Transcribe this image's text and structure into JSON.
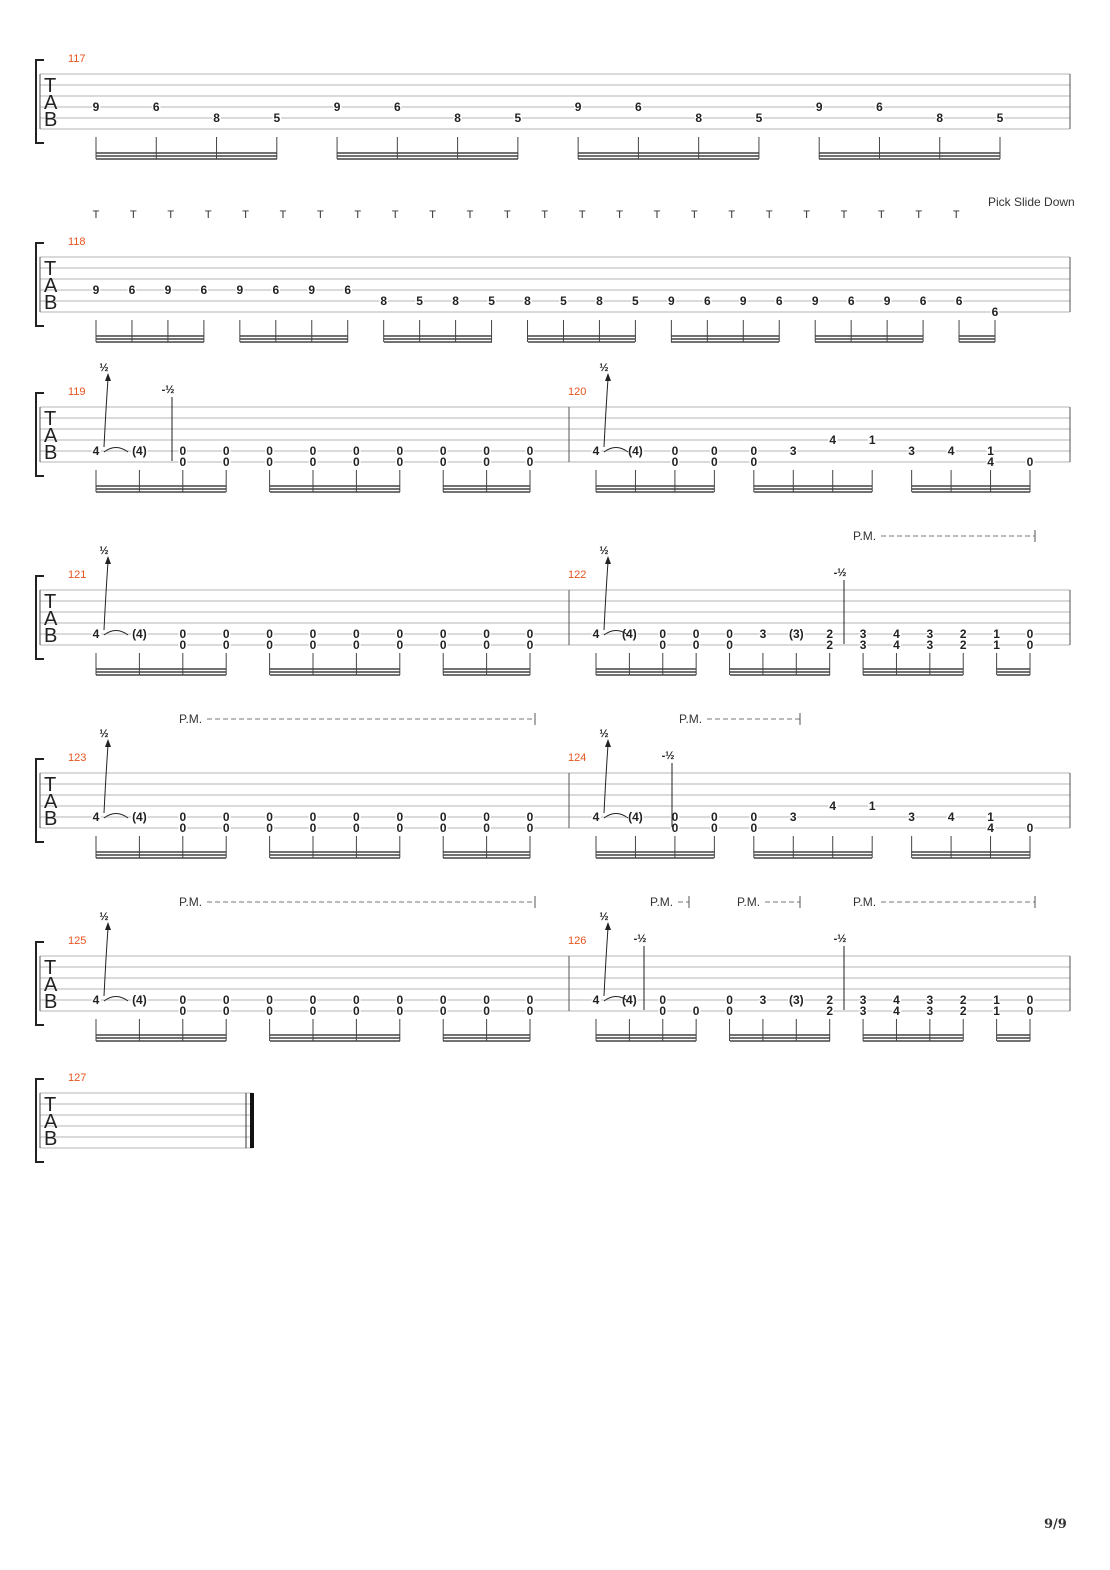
{
  "document": {
    "page_number": "9/9",
    "tab_clef": [
      "T",
      "A",
      "B"
    ],
    "annotations": {
      "pick_slide": "Pick Slide Down",
      "palm_mute": "P.M.",
      "tap": "T",
      "bend_up": "½",
      "bend_release": "-½"
    },
    "systems": [
      {
        "bars": [
          {
            "number": "117",
            "notes": [
              {
                "f": "9",
                "s": 4
              },
              {
                "f": "6",
                "s": 4
              },
              {
                "f": "8",
                "s": 5
              },
              {
                "f": "5",
                "s": 5
              },
              {
                "f": "9",
                "s": 4
              },
              {
                "f": "6",
                "s": 4
              },
              {
                "f": "8",
                "s": 5
              },
              {
                "f": "5",
                "s": 5
              },
              {
                "f": "9",
                "s": 4
              },
              {
                "f": "6",
                "s": 4
              },
              {
                "f": "8",
                "s": 5
              },
              {
                "f": "5",
                "s": 5
              },
              {
                "f": "9",
                "s": 4
              },
              {
                "f": "6",
                "s": 4
              },
              {
                "f": "8",
                "s": 5
              },
              {
                "f": "5",
                "s": 5
              }
            ]
          }
        ]
      },
      {
        "bars": [
          {
            "number": "118",
            "notes": [
              {
                "f": "9",
                "s": 4
              },
              {
                "f": "6",
                "s": 4
              },
              {
                "f": "9",
                "s": 4
              },
              {
                "f": "6",
                "s": 4
              },
              {
                "f": "9",
                "s": 4
              },
              {
                "f": "6",
                "s": 4
              },
              {
                "f": "9",
                "s": 4
              },
              {
                "f": "6",
                "s": 4
              },
              {
                "f": "8",
                "s": 5
              },
              {
                "f": "5",
                "s": 5
              },
              {
                "f": "8",
                "s": 5
              },
              {
                "f": "5",
                "s": 5
              },
              {
                "f": "8",
                "s": 5
              },
              {
                "f": "5",
                "s": 5
              },
              {
                "f": "8",
                "s": 5
              },
              {
                "f": "5",
                "s": 5
              },
              {
                "f": "9",
                "s": 5
              },
              {
                "f": "6",
                "s": 5
              },
              {
                "f": "9",
                "s": 5
              },
              {
                "f": "6",
                "s": 5
              },
              {
                "f": "9",
                "s": 5
              },
              {
                "f": "6",
                "s": 5
              },
              {
                "f": "9",
                "s": 5
              },
              {
                "f": "6",
                "s": 5
              },
              {
                "f": "6",
                "s": 5
              },
              {
                "f": "6",
                "s": 6
              }
            ]
          }
        ]
      },
      {
        "bars": [
          {
            "number": "119",
            "notes": [
              {
                "f": "4",
                "s": 5
              },
              {
                "f": "(4)",
                "s": 5
              },
              {
                "f": "0",
                "s": 5
              },
              {
                "f": "0",
                "s": 6
              },
              {
                "f": "0",
                "s": 5
              },
              {
                "f": "0",
                "s": 6
              },
              {
                "f": "0",
                "s": 5
              },
              {
                "f": "0",
                "s": 6
              },
              {
                "f": "0",
                "s": 5
              },
              {
                "f": "0",
                "s": 6
              },
              {
                "f": "0",
                "s": 5
              },
              {
                "f": "0",
                "s": 6
              },
              {
                "f": "0",
                "s": 5
              },
              {
                "f": "0",
                "s": 6
              },
              {
                "f": "0",
                "s": 5
              },
              {
                "f": "0",
                "s": 6
              },
              {
                "f": "0",
                "s": 5
              },
              {
                "f": "0",
                "s": 6
              },
              {
                "f": "0",
                "s": 5
              },
              {
                "f": "0",
                "s": 6
              }
            ]
          },
          {
            "number": "120",
            "notes": [
              {
                "f": "4",
                "s": 5
              },
              {
                "f": "(4)",
                "s": 5
              },
              {
                "f": "0",
                "s": 5
              },
              {
                "f": "0",
                "s": 6
              },
              {
                "f": "0",
                "s": 5
              },
              {
                "f": "0",
                "s": 6
              },
              {
                "f": "0",
                "s": 5
              },
              {
                "f": "0",
                "s": 6
              },
              {
                "f": "3",
                "s": 5
              },
              {
                "f": "4",
                "s": 4
              },
              {
                "f": "1",
                "s": 4
              },
              {
                "f": "3",
                "s": 5
              },
              {
                "f": "4",
                "s": 5
              },
              {
                "f": "1",
                "s": 5
              },
              {
                "f": "4",
                "s": 6
              },
              {
                "f": "0",
                "s": 6
              }
            ]
          }
        ]
      },
      {
        "bars": [
          {
            "number": "121",
            "notes": [
              {
                "f": "4",
                "s": 5
              },
              {
                "f": "(4)",
                "s": 5
              },
              {
                "f": "0",
                "s": 5
              },
              {
                "f": "0",
                "s": 6
              },
              {
                "f": "0",
                "s": 5
              },
              {
                "f": "0",
                "s": 6
              },
              {
                "f": "0",
                "s": 5
              },
              {
                "f": "0",
                "s": 6
              },
              {
                "f": "0",
                "s": 5
              },
              {
                "f": "0",
                "s": 6
              },
              {
                "f": "0",
                "s": 5
              },
              {
                "f": "0",
                "s": 6
              },
              {
                "f": "0",
                "s": 5
              },
              {
                "f": "0",
                "s": 6
              },
              {
                "f": "0",
                "s": 5
              },
              {
                "f": "0",
                "s": 6
              },
              {
                "f": "0",
                "s": 5
              },
              {
                "f": "0",
                "s": 6
              },
              {
                "f": "0",
                "s": 5
              },
              {
                "f": "0",
                "s": 6
              }
            ]
          },
          {
            "number": "122",
            "notes": [
              {
                "f": "4",
                "s": 5
              },
              {
                "f": "(4)",
                "s": 5
              },
              {
                "f": "0",
                "s": 5
              },
              {
                "f": "0",
                "s": 6
              },
              {
                "f": "0",
                "s": 5
              },
              {
                "f": "0",
                "s": 6
              },
              {
                "f": "0",
                "s": 5
              },
              {
                "f": "0",
                "s": 6
              },
              {
                "f": "3",
                "s": 5
              },
              {
                "f": "(3)",
                "s": 5
              },
              {
                "f": "2",
                "s": 5
              },
              {
                "f": "2",
                "s": 6
              },
              {
                "f": "3",
                "s": 5
              },
              {
                "f": "3",
                "s": 6
              },
              {
                "f": "4",
                "s": 5
              },
              {
                "f": "4",
                "s": 6
              },
              {
                "f": "3",
                "s": 5
              },
              {
                "f": "3",
                "s": 6
              },
              {
                "f": "2",
                "s": 5
              },
              {
                "f": "2",
                "s": 6
              },
              {
                "f": "1",
                "s": 5
              },
              {
                "f": "1",
                "s": 6
              },
              {
                "f": "0",
                "s": 5
              },
              {
                "f": "0",
                "s": 6
              }
            ]
          }
        ]
      },
      {
        "bars": [
          {
            "number": "123",
            "notes": [
              {
                "f": "4",
                "s": 5
              },
              {
                "f": "(4)",
                "s": 5
              },
              {
                "f": "0",
                "s": 5
              },
              {
                "f": "0",
                "s": 6
              },
              {
                "f": "0",
                "s": 5
              },
              {
                "f": "0",
                "s": 6
              },
              {
                "f": "0",
                "s": 5
              },
              {
                "f": "0",
                "s": 6
              },
              {
                "f": "0",
                "s": 5
              },
              {
                "f": "0",
                "s": 6
              },
              {
                "f": "0",
                "s": 5
              },
              {
                "f": "0",
                "s": 6
              },
              {
                "f": "0",
                "s": 5
              },
              {
                "f": "0",
                "s": 6
              },
              {
                "f": "0",
                "s": 5
              },
              {
                "f": "0",
                "s": 6
              },
              {
                "f": "0",
                "s": 5
              },
              {
                "f": "0",
                "s": 6
              },
              {
                "f": "0",
                "s": 5
              },
              {
                "f": "0",
                "s": 6
              }
            ]
          },
          {
            "number": "124",
            "notes": [
              {
                "f": "4",
                "s": 5
              },
              {
                "f": "(4)",
                "s": 5
              },
              {
                "f": "0",
                "s": 5
              },
              {
                "f": "0",
                "s": 6
              },
              {
                "f": "0",
                "s": 5
              },
              {
                "f": "0",
                "s": 6
              },
              {
                "f": "0",
                "s": 5
              },
              {
                "f": "0",
                "s": 6
              },
              {
                "f": "3",
                "s": 5
              },
              {
                "f": "4",
                "s": 4
              },
              {
                "f": "1",
                "s": 4
              },
              {
                "f": "3",
                "s": 5
              },
              {
                "f": "4",
                "s": 5
              },
              {
                "f": "1",
                "s": 5
              },
              {
                "f": "4",
                "s": 6
              },
              {
                "f": "0",
                "s": 6
              }
            ]
          }
        ]
      },
      {
        "bars": [
          {
            "number": "125",
            "notes": [
              {
                "f": "4",
                "s": 5
              },
              {
                "f": "(4)",
                "s": 5
              },
              {
                "f": "0",
                "s": 5
              },
              {
                "f": "0",
                "s": 6
              },
              {
                "f": "0",
                "s": 5
              },
              {
                "f": "0",
                "s": 6
              },
              {
                "f": "0",
                "s": 5
              },
              {
                "f": "0",
                "s": 6
              },
              {
                "f": "0",
                "s": 5
              },
              {
                "f": "0",
                "s": 6
              },
              {
                "f": "0",
                "s": 5
              },
              {
                "f": "0",
                "s": 6
              },
              {
                "f": "0",
                "s": 5
              },
              {
                "f": "0",
                "s": 6
              },
              {
                "f": "0",
                "s": 5
              },
              {
                "f": "0",
                "s": 6
              },
              {
                "f": "0",
                "s": 5
              },
              {
                "f": "0",
                "s": 6
              },
              {
                "f": "0",
                "s": 5
              },
              {
                "f": "0",
                "s": 6
              }
            ]
          },
          {
            "number": "126",
            "notes": [
              {
                "f": "4",
                "s": 5
              },
              {
                "f": "(4)",
                "s": 5
              },
              {
                "f": "0",
                "s": 5
              },
              {
                "f": "0",
                "s": 6
              },
              {
                "f": "0",
                "s": 6
              },
              {
                "f": "0",
                "s": 5
              },
              {
                "f": "0",
                "s": 6
              },
              {
                "f": "3",
                "s": 5
              },
              {
                "f": "(3)",
                "s": 5
              },
              {
                "f": "2",
                "s": 5
              },
              {
                "f": "2",
                "s": 6
              },
              {
                "f": "3",
                "s": 5
              },
              {
                "f": "3",
                "s": 6
              },
              {
                "f": "4",
                "s": 5
              },
              {
                "f": "4",
                "s": 6
              },
              {
                "f": "3",
                "s": 5
              },
              {
                "f": "3",
                "s": 6
              },
              {
                "f": "2",
                "s": 5
              },
              {
                "f": "2",
                "s": 6
              },
              {
                "f": "1",
                "s": 5
              },
              {
                "f": "1",
                "s": 6
              },
              {
                "f": "0",
                "s": 5
              },
              {
                "f": "0",
                "s": 6
              }
            ]
          }
        ]
      },
      {
        "bars": [
          {
            "number": "127",
            "notes": []
          }
        ]
      }
    ]
  }
}
